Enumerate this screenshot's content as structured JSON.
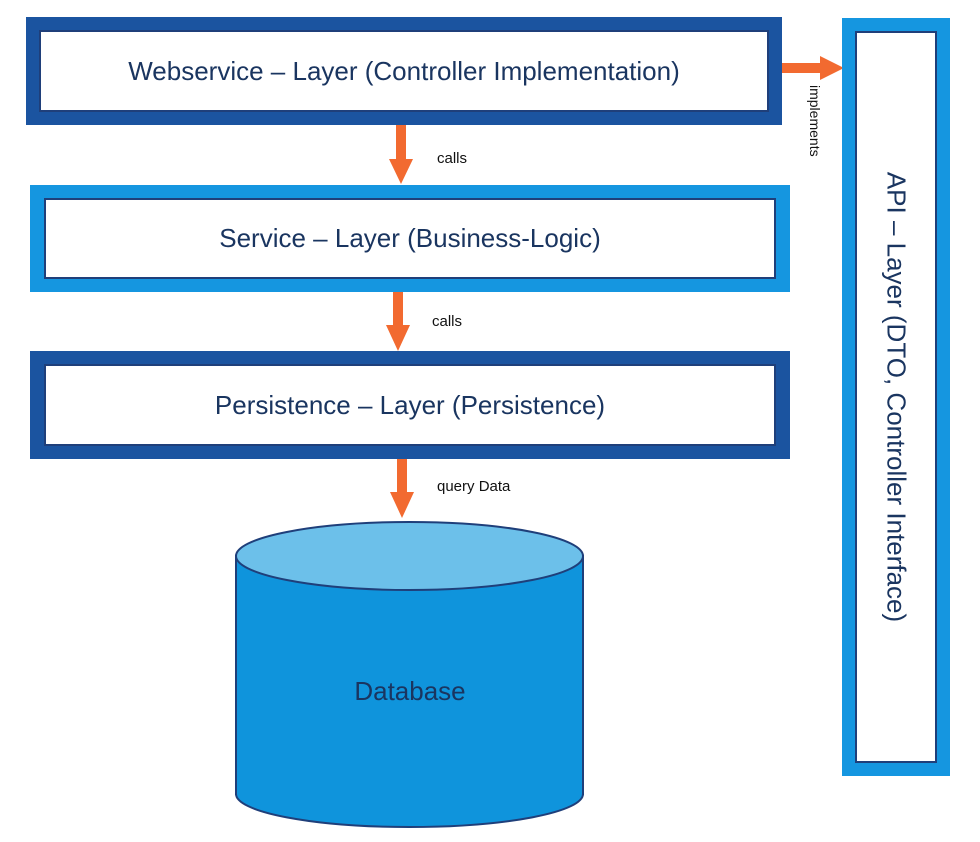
{
  "layers": {
    "webservice": "Webservice – Layer (Controller Implementation)",
    "service": "Service – Layer (Business-Logic)",
    "persistence": "Persistence – Layer (Persistence)",
    "api": "API – Layer (DTO, Controller Interface)"
  },
  "edges": {
    "web_to_service": "calls",
    "service_to_persistence": "calls",
    "persistence_to_database": "query Data",
    "web_to_api": "implements"
  },
  "database": {
    "label": "Database"
  },
  "colors": {
    "dark_blue": "#1b54a0",
    "light_blue": "#1596e0",
    "db_top": "#6cc0ea",
    "db_body": "#0f94dc",
    "arrow": "#f26a30",
    "text": "#1a3560"
  }
}
